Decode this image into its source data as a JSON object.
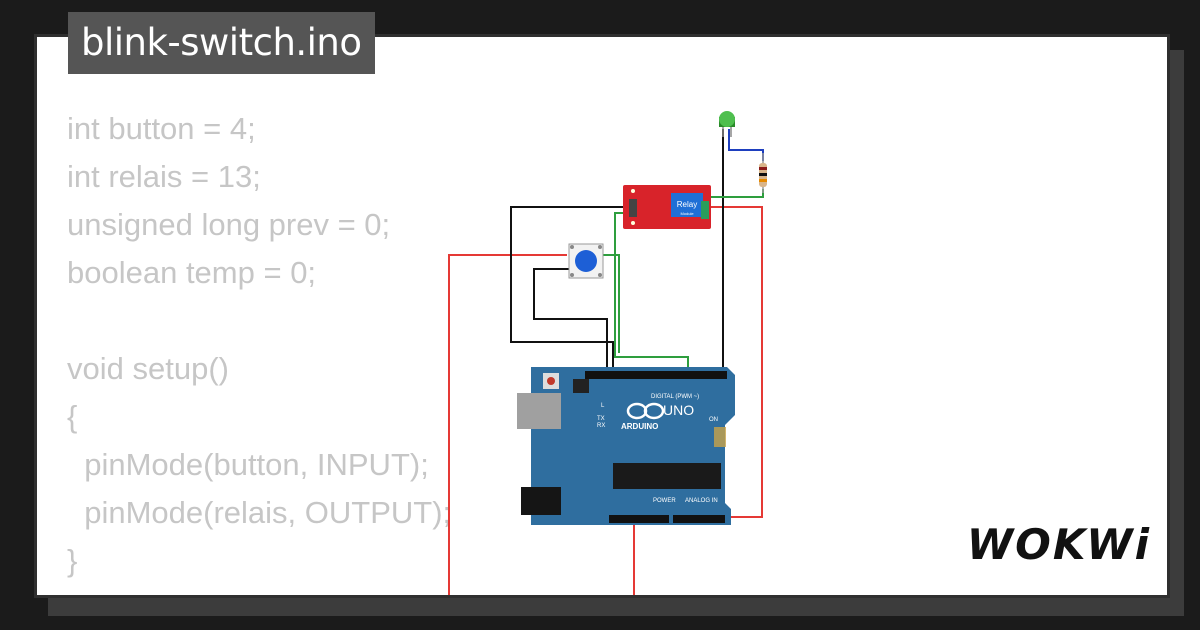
{
  "file_tab": {
    "title": "blink-switch.ino"
  },
  "code_lines": [
    "int button = 4;",
    "int relais = 13;",
    "unsigned long prev = 0;",
    "boolean temp = 0;",
    "",
    "void setup()",
    "{",
    "  pinMode(button, INPUT);",
    "  pinMode(relais, OUTPUT);",
    "}"
  ],
  "relay_module": {
    "label": "Relay",
    "sub_label": "Module"
  },
  "arduino": {
    "brand": "ARDUINO",
    "model": "UNO",
    "digital_label": "DIGITAL (PWM ~)",
    "power_label": "POWER",
    "analog_label": "ANALOG IN",
    "on_label": "ON",
    "tx_label": "TX",
    "rx_label": "RX",
    "l_label": "L"
  },
  "logo": {
    "text": "WOKWi"
  },
  "colors": {
    "background": "#1b1b1b",
    "card": "#ffffff",
    "title_tab": "#555555",
    "code_text": "#c6c6c6",
    "board_blue": "#2f6e9f",
    "relay_red": "#d8232a",
    "wire_red": "#e53935",
    "wire_green": "#2e9e3e",
    "wire_black": "#111111",
    "wire_blue": "#1e3fbf",
    "button_blue": "#1d5fd6"
  }
}
